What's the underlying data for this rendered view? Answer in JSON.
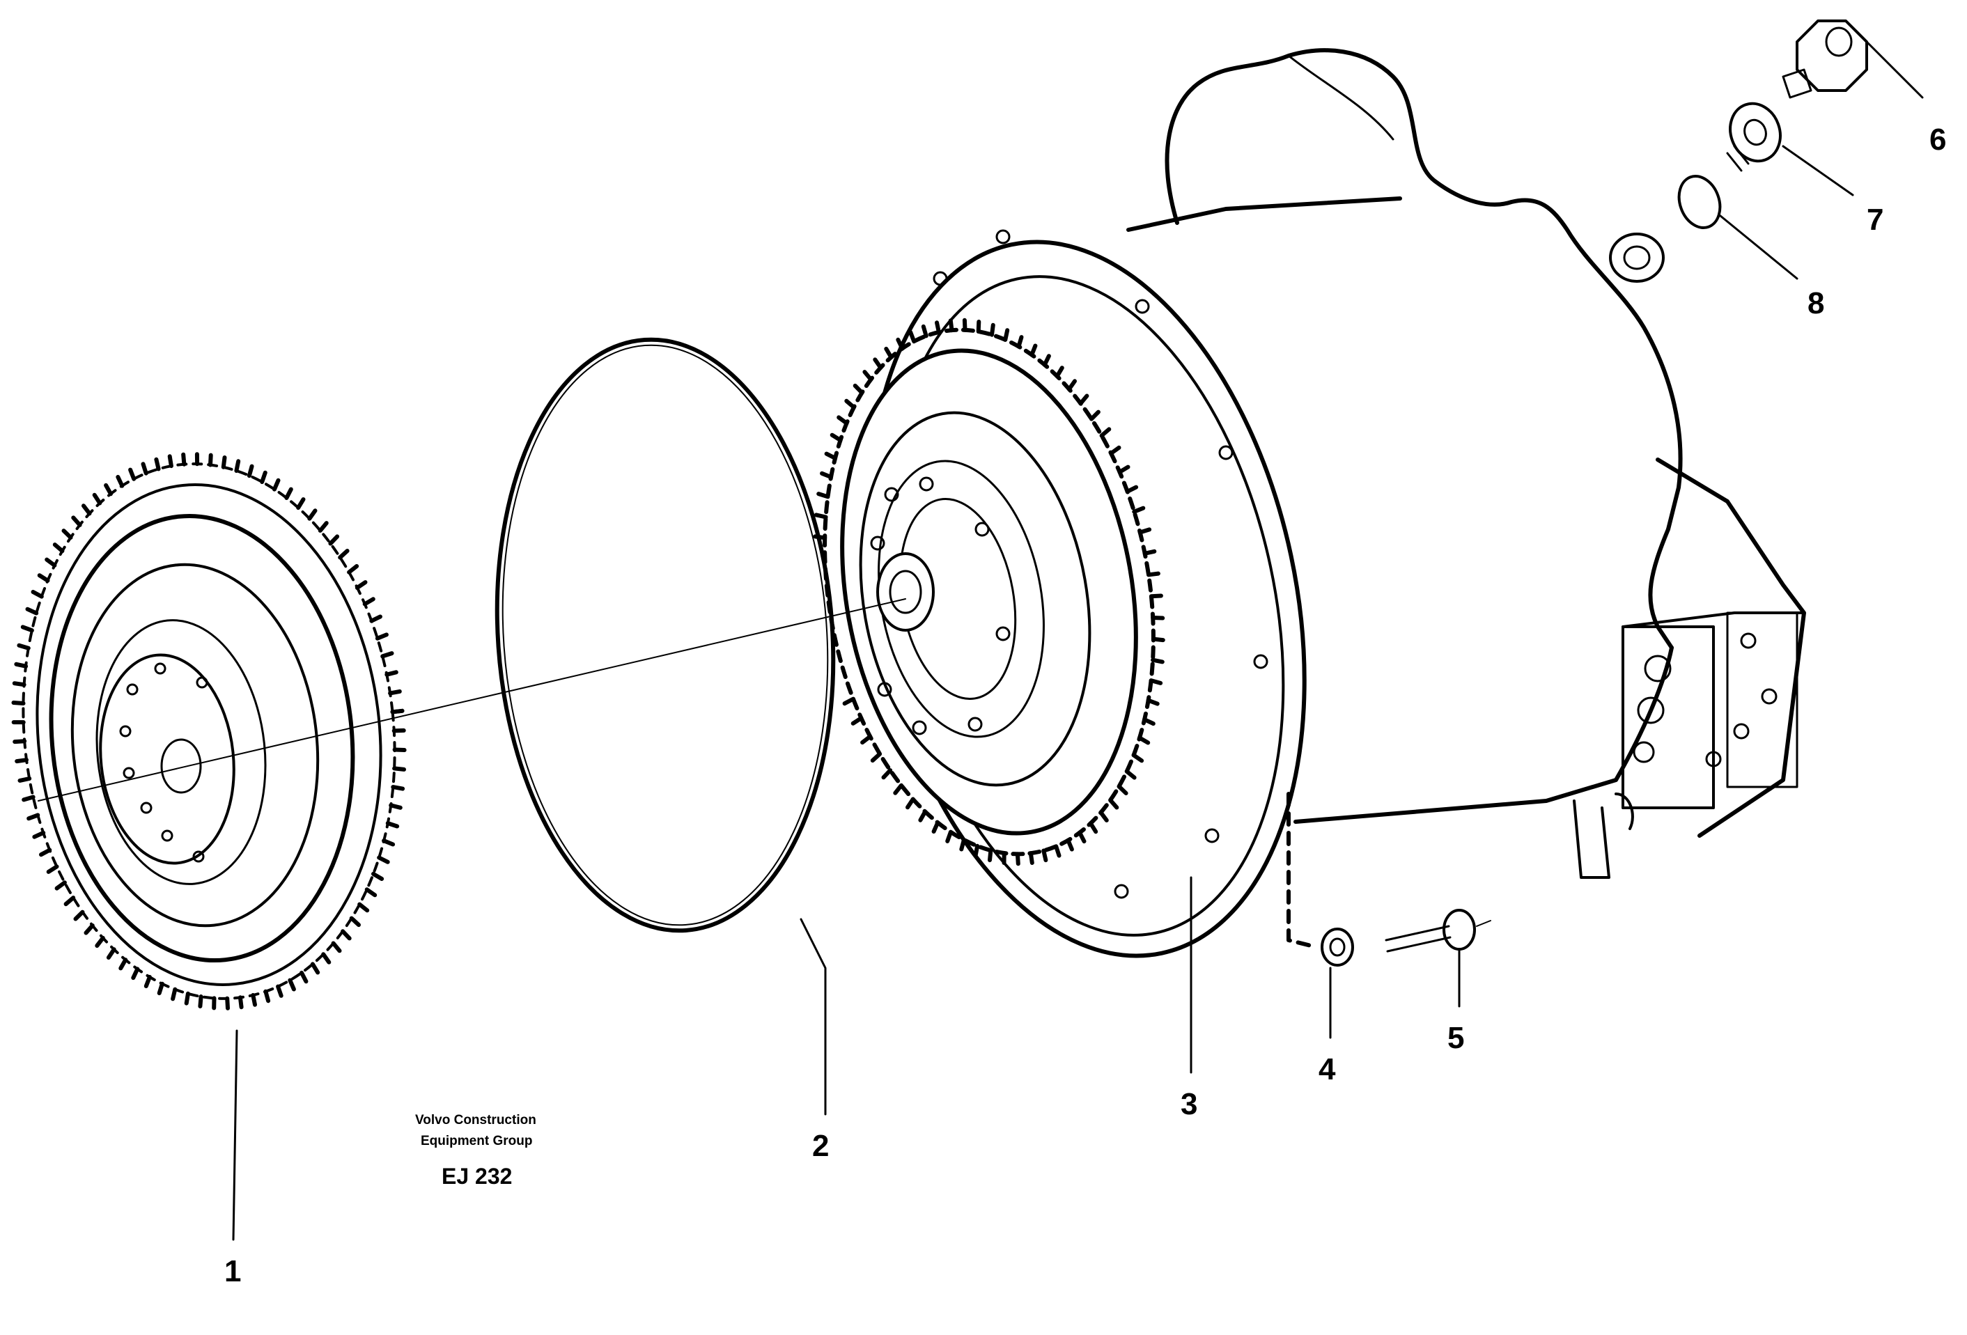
{
  "callouts": {
    "c1": "1",
    "c2": "2",
    "c3": "3",
    "c4": "4",
    "c5": "5",
    "c6": "6",
    "c7": "7",
    "c8": "8"
  },
  "credit": {
    "line1": "Volvo Construction",
    "line2": "Equipment Group",
    "code": "EJ 232"
  },
  "icons": {
    "flywheel": "flywheel-icon",
    "o_ring": "o-ring-icon",
    "torque_converter": "torque-converter-icon",
    "washer": "washer-icon",
    "screw": "screw-icon",
    "plug": "plug-icon",
    "seal_ring": "seal-ring-icon"
  }
}
